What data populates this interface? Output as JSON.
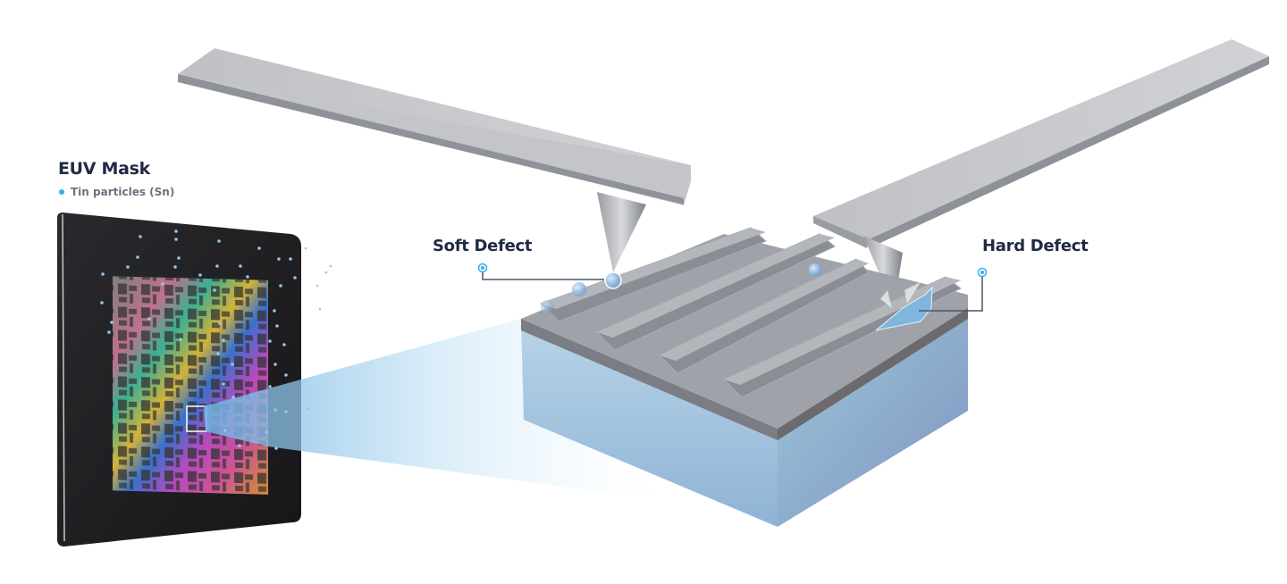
{
  "mask": {
    "title": "EUV Mask",
    "legend_label": "Tin particles (Sn)",
    "legend_color": "#2fb3ea"
  },
  "callouts": {
    "soft": {
      "label": "Soft Defect"
    },
    "hard": {
      "label": "Hard Defect"
    }
  },
  "colors": {
    "title_text": "#1f2a44",
    "sub_text": "#6b7280",
    "accent": "#2fb3ea",
    "leader_line": "#4b5563",
    "cantilever_top": "#c8cace",
    "cantilever_side": "#8a8d93",
    "substrate_blue": "#9ec3dc",
    "mask_body": "#1c1c1f"
  }
}
